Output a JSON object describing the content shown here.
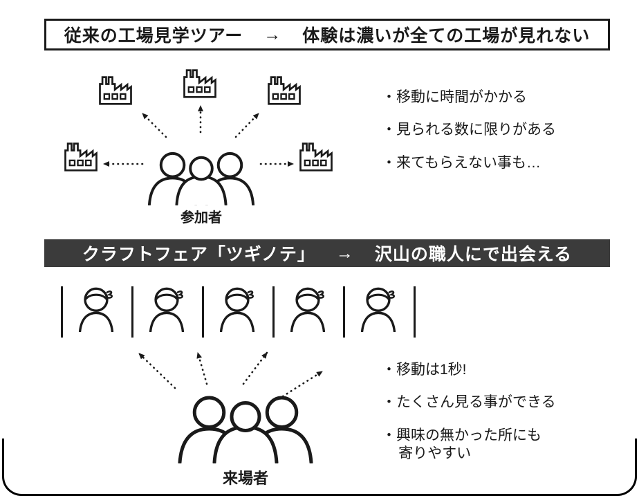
{
  "section1": {
    "title_left": "従来の工場見学ツアー",
    "arrow": "→",
    "title_right": "体験は濃いが全ての工場が見れない",
    "group_label": "参加者",
    "bullets": [
      "・移動に時間がかかる",
      "・見られる数に限りがある",
      "・来てもらえない事も…"
    ]
  },
  "section2": {
    "title_left": "クラフトフェア「ツギノテ」",
    "arrow": "→",
    "title_right": "沢山の職人にで出会える",
    "group_label": "来場者",
    "bullets": [
      "・移動は1秒!",
      "・たくさん見る事ができる",
      "・興味の無かった所にも\n寄りやすい"
    ]
  },
  "colors": {
    "ink": "#1a1a1a",
    "header2_bg": "#3b3b3b",
    "header2_fg": "#ffffff"
  }
}
